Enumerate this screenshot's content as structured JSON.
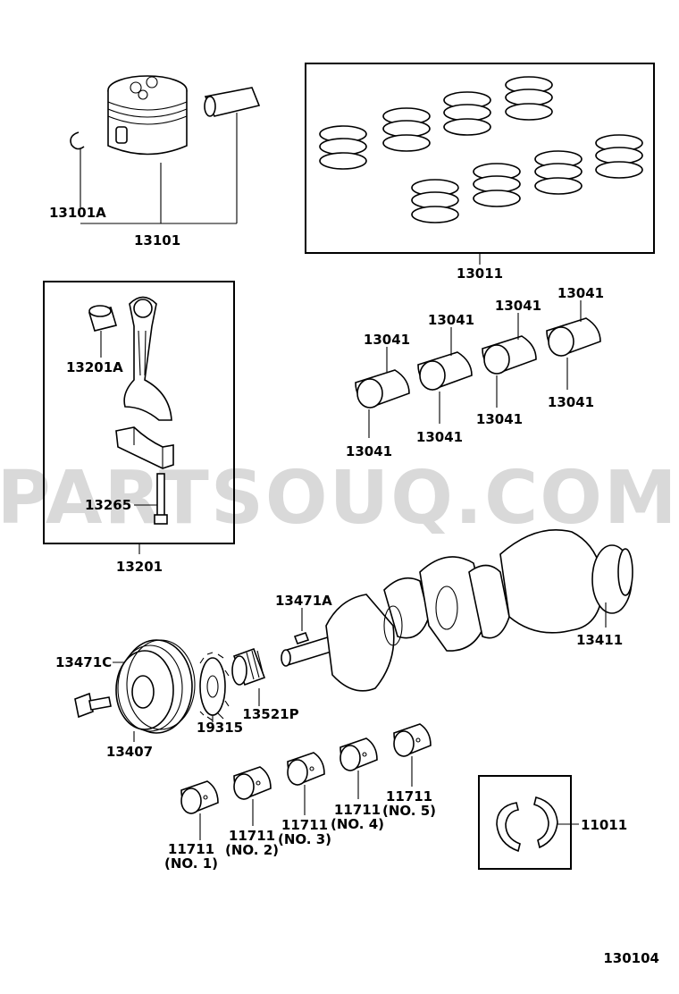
{
  "watermark": "PARTSOUQ.COM",
  "diagram_code": "130104",
  "labels": {
    "p13101A": "13101A",
    "p13101": "13101",
    "p13011": "13011",
    "p13201A": "13201A",
    "p13265": "13265",
    "p13201": "13201",
    "b1": "13041",
    "b2": "13041",
    "b3": "13041",
    "b4": "13041",
    "b5": "13041",
    "b6": "13041",
    "b7": "13041",
    "b8": "13041",
    "p13471A": "13471A",
    "p13411": "13411",
    "p13471C": "13471C",
    "p13407": "13407",
    "p19315": "19315",
    "p13521P": "13521P",
    "m1": "11711",
    "m1n": "(NO. 1)",
    "m2": "11711",
    "m2n": "(NO. 2)",
    "m3": "11711",
    "m3n": "(NO. 3)",
    "m4": "11711",
    "m4n": "(NO. 4)",
    "m5": "11711",
    "m5n": "(NO. 5)",
    "p11011": "11011"
  }
}
